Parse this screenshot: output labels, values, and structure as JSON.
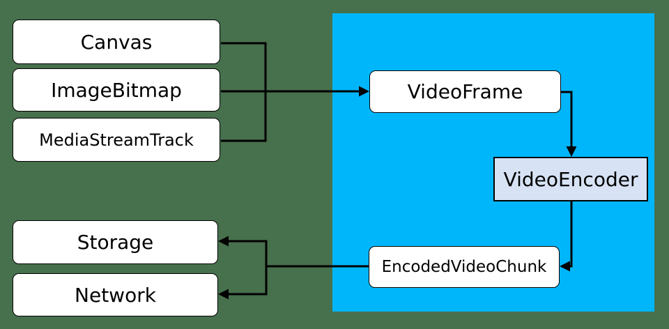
{
  "diagram": {
    "description": "Video encoding pipeline diagram: media sources feed VideoFrame into VideoEncoder producing EncodedVideoChunk, delivered to Storage and Network",
    "colors": {
      "background": "#47704d",
      "region_fill": "#00b6fb",
      "node_fill": "#ffffff",
      "encoder_node_fill": "#d7e3f4",
      "line": "#000000",
      "text": "#000000"
    },
    "region": {
      "id": "webcodecs-region",
      "label": ""
    },
    "nodes": {
      "canvas": {
        "label": "Canvas"
      },
      "imagebitmap": {
        "label": "ImageBitmap"
      },
      "mediastreamtrack": {
        "label": "MediaStreamTrack"
      },
      "videoframe": {
        "label": "VideoFrame"
      },
      "videoencoder": {
        "label": "VideoEncoder"
      },
      "encodedvideochunk": {
        "label": "EncodedVideoChunk"
      },
      "storage": {
        "label": "Storage"
      },
      "network": {
        "label": "Network"
      }
    },
    "edges": [
      {
        "from": "Canvas",
        "to": "VideoFrame",
        "arrow": true
      },
      {
        "from": "ImageBitmap",
        "to": "VideoFrame",
        "arrow": true
      },
      {
        "from": "MediaStreamTrack",
        "to": "VideoFrame",
        "arrow": true
      },
      {
        "from": "VideoFrame",
        "to": "VideoEncoder",
        "arrow": true
      },
      {
        "from": "VideoEncoder",
        "to": "EncodedVideoChunk",
        "arrow": true
      },
      {
        "from": "EncodedVideoChunk",
        "to": "Storage",
        "arrow": true
      },
      {
        "from": "EncodedVideoChunk",
        "to": "Network",
        "arrow": true
      }
    ]
  }
}
